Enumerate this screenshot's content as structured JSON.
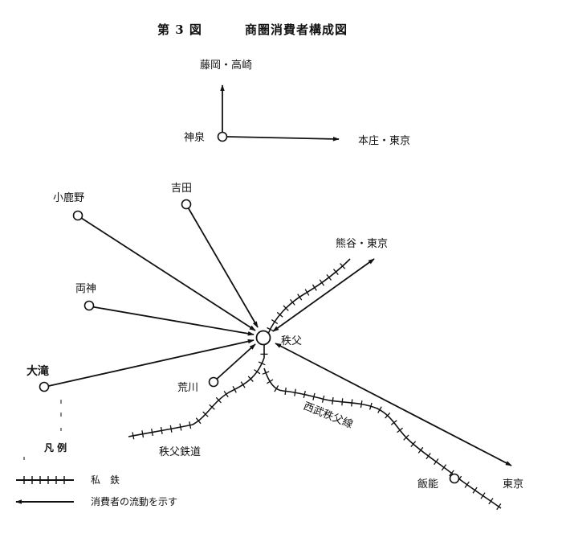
{
  "title_number": "第 3 図",
  "title_text": "商圏消費者構成図",
  "colors": {
    "ink": "#111111",
    "background": "#ffffff"
  },
  "inset": {
    "origin": "神泉",
    "north": "藤岡・高崎",
    "east": "本庄・東京"
  },
  "center": "秩父",
  "sources": {
    "konoshi": "小鹿野",
    "yoshida": "吉田",
    "ryokami": "両神",
    "otaki": "大滝",
    "arakawa": "荒川"
  },
  "destinations": {
    "kumagaya": "熊谷・東京",
    "tokyo": "東京"
  },
  "stations": {
    "hanno": "飯能"
  },
  "railways": {
    "chichibu": "秩父鉄道",
    "seibu": "西武秩父線"
  },
  "legend": {
    "title": "凡 例",
    "railway": "私　鉄",
    "flow": "消費者の流動を示す"
  }
}
